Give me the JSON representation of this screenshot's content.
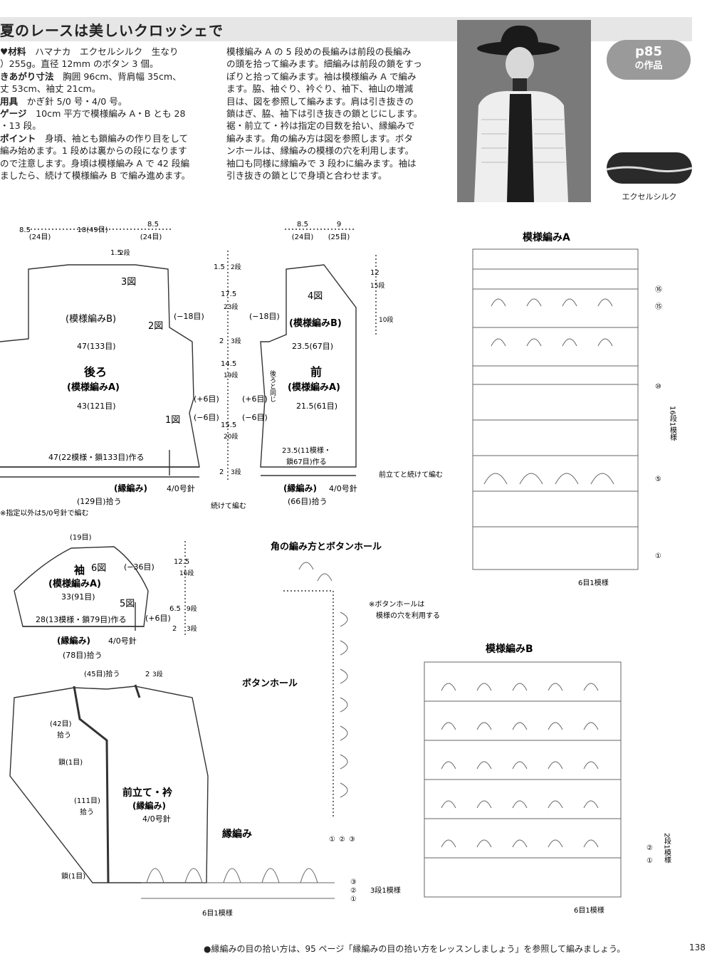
{
  "title": "夏のレースは美しいクロッシェで",
  "materials": {
    "line1_key": "♥材料",
    "line1_val": "ハマナカ　エクセルシルク　生なり",
    "line2": "）255g。直径 12mm のボタン 3 個。",
    "line3_key": "きあがり寸法",
    "line3_val": "胸囲 96cm、背肩幅 35cm、",
    "line4": "丈 53cm、袖丈 21cm。",
    "line5_key": "用具",
    "line5_val": "かぎ針 5/0 号・4/0 号。",
    "line6_key": "ゲージ",
    "line6_val": "10cm 平方で模様編み A・B とも 28",
    "line7": "・13 段。",
    "line8_key": "ポイント",
    "line8_val": "身頃、袖とも鎖編みの作り目をして",
    "line9": "編み始めます。1 段めは裏からの段になります",
    "line10": "ので注意します。身頃は模様編み A で 42 段編",
    "line11": "ましたら、続けて模様編み B で編み進めます。"
  },
  "instructions": [
    "模様編み A の 5 段めの長編みは前段の長編み",
    "の頭を拾って編みます。細編みは前段の鎖をすっ",
    "ぽりと拾って編みます。袖は模様編み A で編み",
    "ます。脇、袖ぐり、衿ぐり、袖下、袖山の増減",
    "目は、図を参照して編みます。肩は引き抜きの",
    "鎖はぎ、脇、袖下は引き抜きの鎖とじにします。",
    "裾・前立て・衿は指定の目数を拾い、縁編みで",
    "編みます。角の編み方は図を参照します。ボタ",
    "ンホールは、縁編みの模様の穴を利用します。",
    "袖口も同様に縁編みで 3 段わに編みます。袖は",
    "引き抜きの鎖とじで身頃と合わせます。"
  ],
  "badge": {
    "page": "p85",
    "caption": "の作品"
  },
  "yarn_label": "エクセルシルク",
  "back": {
    "dim_top": [
      "8.5",
      "18(49目)",
      "8.5"
    ],
    "dim_top_sub": [
      "(24目)",
      "(24目)"
    ],
    "neck_drop": "1.5",
    "neck_rows": "2段",
    "fig3": "3図",
    "fig2": "2図",
    "pattern_b": "(模様編みB)",
    "dec18": "(−18目)",
    "width_upper": "47(133目)",
    "name": "後ろ",
    "pattern_a": "(模様編みA)",
    "width_waist": "43(121目)",
    "fig1": "1図",
    "inc6": "(+6目)",
    "dec6": "(−6目)",
    "cast_on": "47(22模様・鎖133目)作る",
    "border": "(縁編み)",
    "hook": "4/0号針",
    "pickup": "(129目)拾う",
    "note": "※指定以外は5/0号針で編む",
    "continue": "続けて編む"
  },
  "vertical_dims": [
    {
      "cm": "1.5",
      "rows": "2段"
    },
    {
      "cm": "17.5",
      "rows": "23段"
    },
    {
      "cm": "2",
      "rows": "3段"
    },
    {
      "cm": "14.5",
      "rows": "19段"
    },
    {
      "cm": "15.5",
      "rows": "20段"
    },
    {
      "cm": "2",
      "rows": "3段"
    }
  ],
  "front": {
    "dim_top": [
      "8.5",
      "9"
    ],
    "dim_top_sub": [
      "(24目)",
      "(25目)"
    ],
    "fig4": "4図",
    "pattern_b": "(模様編みB)",
    "dec18": "(−18目)",
    "width_upper": "23.5(67目)",
    "name": "前",
    "pattern_a": "(模様編みA)",
    "same_as_back": "後ろと同じ",
    "width_waist": "21.5(61目)",
    "inc6": "(+6目)",
    "dec6": "(−6目)",
    "cast_on": "23.5(11模様・",
    "cast_on2": "鎖67目)作る",
    "border": "(縁編み)",
    "hook": "4/0号針",
    "pickup": "(66目)拾う",
    "continue": "前立てと続けて編む",
    "neck_cm": "12",
    "neck_rows": "15段",
    "neck_rows2": "10段"
  },
  "sleeve": {
    "top": "(19目)",
    "name": "袖",
    "fig6": "6図",
    "dec36": "(−36目)",
    "pattern_a": "(模様編みA)",
    "width": "33(91目)",
    "fig5": "5図",
    "inc6": "(+6目)",
    "cast_on": "28(13模様・鎖79目)作る",
    "border": "(縁編み)",
    "hook": "4/0号針",
    "pickup": "(78目)拾う",
    "dims": [
      {
        "cm": "12.5",
        "rows": "16段"
      },
      {
        "cm": "6.5",
        "rows": "9段"
      },
      {
        "cm": "2",
        "rows": "3段"
      }
    ]
  },
  "band": {
    "top": "(45目)拾う",
    "rows_cm": "2",
    "rows": "3段",
    "p42": "(42目)",
    "p42b": "拾う",
    "chain1": "鎖(1目)",
    "p111": "(111目)",
    "p111b": "拾う",
    "chain1b": "鎖(1目)",
    "name": "前立て・衿",
    "border": "(縁編み)",
    "hook": "4/0号針"
  },
  "corner": {
    "title": "角の編み方とボタンホール",
    "note1": "※ボタンホールは",
    "note2": "模様の穴を利用する",
    "buttonhole": "ボタンホール",
    "rows": [
      "①",
      "②",
      "③"
    ]
  },
  "edging": {
    "title": "縁編み",
    "rows": [
      "③",
      "②",
      "①"
    ],
    "repeat_rows": "3段1模様",
    "repeat_sts": "6目1模様"
  },
  "pattern_a": {
    "title": "模様編みA",
    "rows": [
      "⑯",
      "⑮",
      "⑩",
      "⑤",
      "①"
    ],
    "repeat_rows": "16段1模様",
    "repeat_sts": "6目1模様"
  },
  "pattern_b": {
    "title": "模様編みB",
    "rows": [
      "②",
      "①"
    ],
    "repeat_rows": "2段1模様",
    "repeat_sts": "6目1模様"
  },
  "footnote": "●縁編みの目の拾い方は、95 ページ「縁編みの目の拾い方をレッスンしましょう」を参照して編みましょう。",
  "page_number": "138"
}
